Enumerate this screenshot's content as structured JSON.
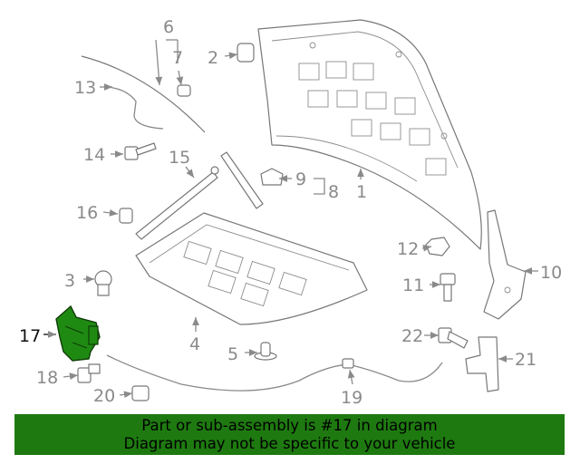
{
  "diagram": {
    "accent_color": "#1e7a10",
    "highlight_color": "#1f8a12",
    "highlight_part": "17",
    "callouts": [
      "1",
      "2",
      "3",
      "4",
      "5",
      "6",
      "7",
      "8",
      "9",
      "10",
      "11",
      "12",
      "13",
      "14",
      "15",
      "16",
      "17",
      "18",
      "19",
      "20",
      "21",
      "22"
    ]
  },
  "banner": {
    "line1": "Part or sub-assembly is #17 in diagram",
    "line2": "Diagram may not be specific to your vehicle"
  }
}
